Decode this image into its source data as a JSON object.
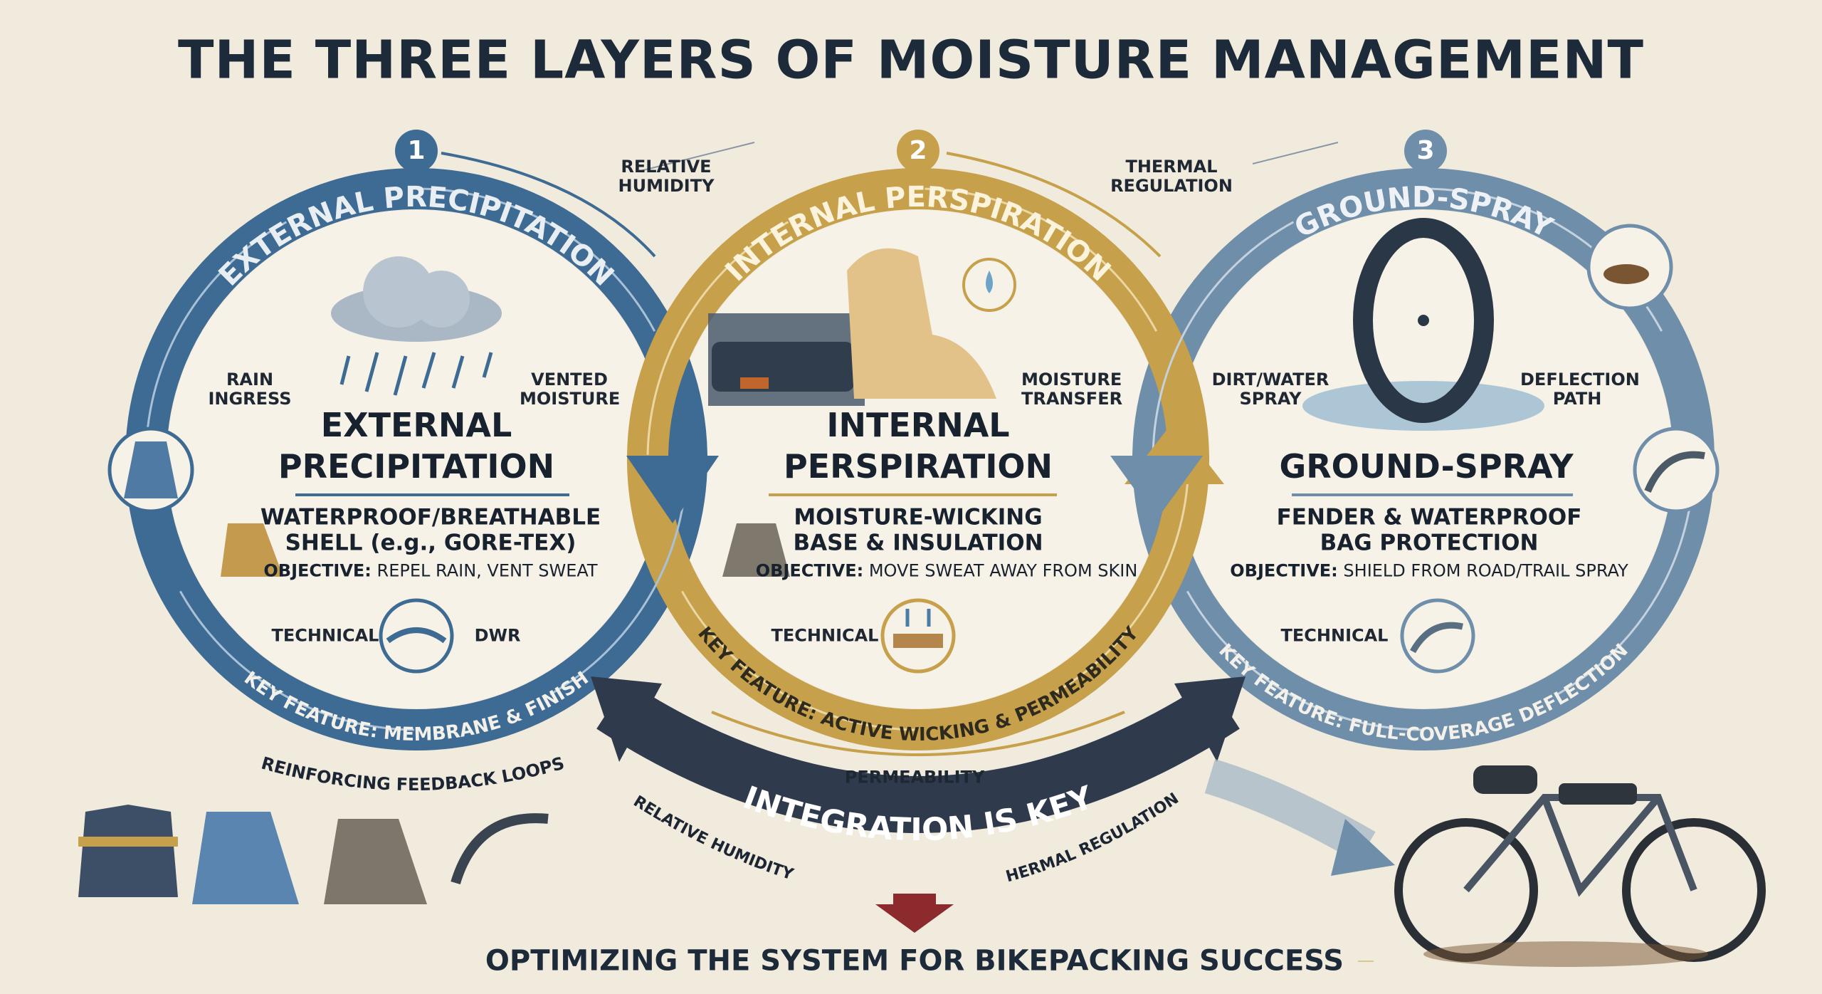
{
  "title": "THE THREE LAYERS OF MOISTURE MANAGEMENT",
  "connectors": {
    "top_left": "RELATIVE HUMIDITY",
    "top_right": "THERMAL REGULATION",
    "bottom_left": "RELATIVE HUMIDITY",
    "bottom_right": "THERMAL REGULATION",
    "permeability": "PERMEABILITY",
    "integration": "INTEGRATION IS KEY",
    "feedback": "REINFORCING FEEDBACK LOOPS"
  },
  "layers": [
    {
      "number": "1",
      "ring_label": "EXTERNAL PRECIPITATION",
      "left_label": "RAIN INGRESS",
      "right_label": "VENTED MOISTURE",
      "heading_1": "EXTERNAL",
      "heading_2": "PRECIPITATION",
      "sub_1": "WATERPROOF/BREATHABLE",
      "sub_2": "SHELL (e.g., GORE-TEX)",
      "objective_label": "OBJECTIVE:",
      "objective": "REPEL RAIN, VENT SWEAT",
      "technical": "TECHNICAL",
      "technical_right": "DWR",
      "key_feature": "KEY FEATURE: MEMBRANE & FINISH",
      "color": "#3e6b93"
    },
    {
      "number": "2",
      "ring_label": "INTERNAL PERSPIRATION",
      "right_label": "MOISTURE TRANSFER",
      "heading_1": "INTERNAL",
      "heading_2": "PERSPIRATION",
      "sub_1": "MOISTURE-WICKING",
      "sub_2": "BASE & INSULATION",
      "objective_label": "OBJECTIVE:",
      "objective": "MOVE SWEAT AWAY FROM SKIN",
      "technical": "TECHNICAL",
      "key_feature": "KEY FEATURE: ACTIVE WICKING & PERMEABILITY",
      "color": "#c6a04a"
    },
    {
      "number": "3",
      "ring_label": "GROUND-SPRAY",
      "left_label": "DIRT/WATER SPRAY",
      "right_label": "DEFLECTION PATH",
      "heading_1": "GROUND-SPRAY",
      "sub_1": "FENDER & WATERPROOF",
      "sub_2": "BAG PROTECTION",
      "objective_label": "OBJECTIVE:",
      "objective": "SHIELD FROM ROAD/TRAIL SPRAY",
      "technical": "TECHNICAL",
      "key_feature": "KEY FEATURE: FULL-COVERAGE DEFLECTION",
      "color": "#6f8ea9"
    }
  ],
  "footer": "OPTIMIZING THE SYSTEM FOR BIKEPACKING SUCCESS",
  "colors": {
    "background": "#f1ebdd",
    "navy": "#2f3b4d",
    "red": "#8c2a2e"
  }
}
